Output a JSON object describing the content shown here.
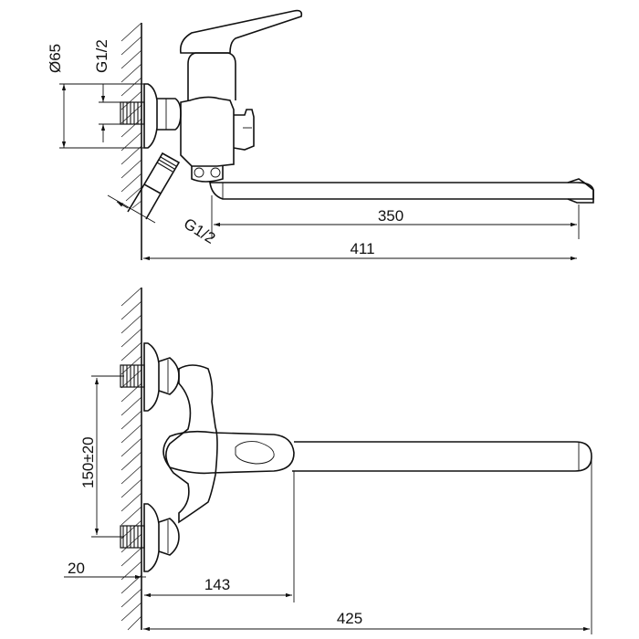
{
  "figure": {
    "top_view": {
      "dim_diameter": "Ø65",
      "dim_thread_top": "G1/2",
      "dim_thread_angled": "G1/2",
      "dim_spout": "350",
      "dim_total": "411"
    },
    "front_view": {
      "dim_spacing": "150±20",
      "dim_wall_offset": "20",
      "dim_handle": "143",
      "dim_total": "425"
    }
  }
}
